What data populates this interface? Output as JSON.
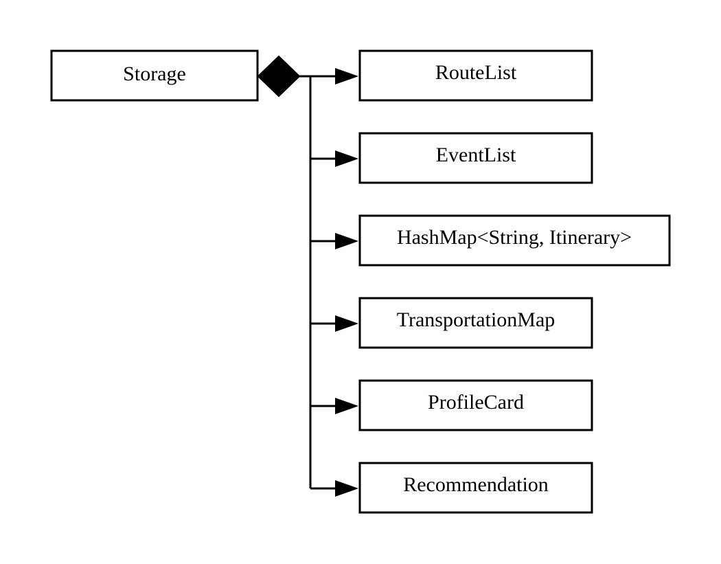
{
  "source_class": {
    "label": "Storage"
  },
  "components": [
    {
      "label": "RouteList"
    },
    {
      "label": "EventList"
    },
    {
      "label": "HashMap<String, Itinerary>"
    },
    {
      "label": "TransportationMap"
    },
    {
      "label": "ProfileCard"
    },
    {
      "label": "Recommendation"
    }
  ],
  "relationship": {
    "type": "composition",
    "marker": "filled-diamond",
    "arrowhead": "filled-triangle"
  },
  "colors": {
    "stroke": "#000000",
    "fill": "#ffffff",
    "text": "#000000"
  }
}
